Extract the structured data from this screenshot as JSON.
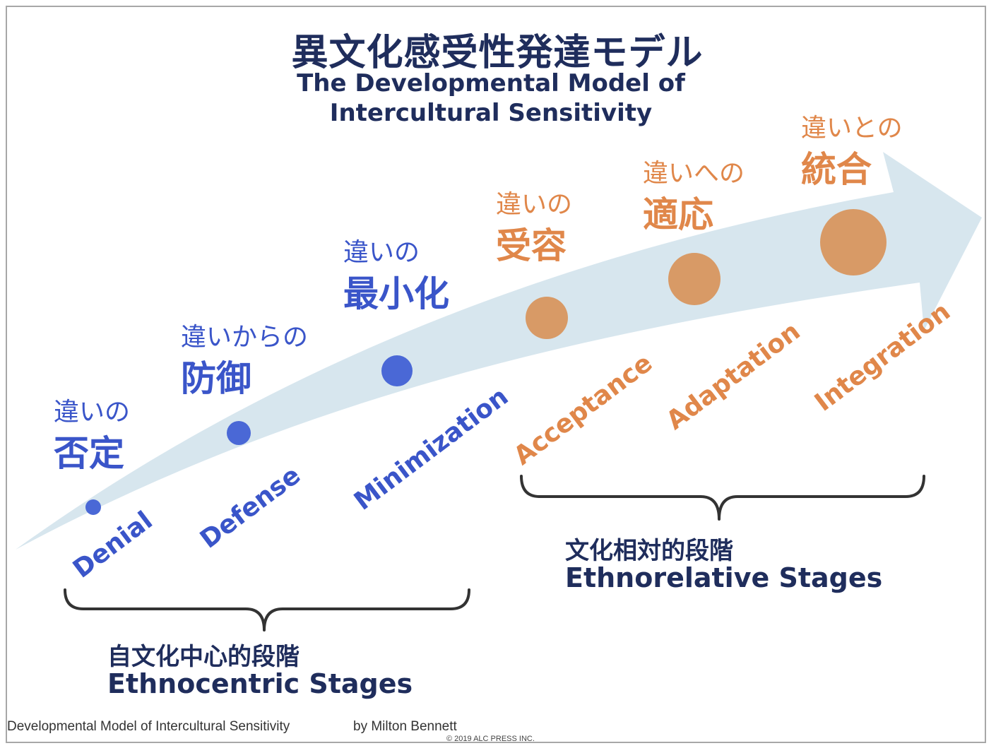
{
  "title": {
    "japanese": "異文化感受性発達モデル",
    "english_line1": "The Developmental Model of",
    "english_line2": "Intercultural Sensitivity"
  },
  "stages": [
    {
      "jp_top": "違いの",
      "jp_main": "否定",
      "en": "Denial",
      "group": "ethnocentric",
      "level": 1
    },
    {
      "jp_top": "違いからの",
      "jp_main": "防御",
      "en": "Defense",
      "group": "ethnocentric",
      "level": 2
    },
    {
      "jp_top": "違いの",
      "jp_main": "最小化",
      "en": "Minimization",
      "group": "ethnocentric",
      "level": 3
    },
    {
      "jp_top": "違いの",
      "jp_main": "受容",
      "en": "Acceptance",
      "group": "ethnorelative",
      "level": 4
    },
    {
      "jp_top": "違いへの",
      "jp_main": "適応",
      "en": "Adaptation",
      "group": "ethnorelative",
      "level": 5
    },
    {
      "jp_top": "違いとの",
      "jp_main": "統合",
      "en": "Integration",
      "group": "ethnorelative",
      "level": 6
    }
  ],
  "groups": {
    "ethnocentric": {
      "jp": "自文化中心的段階",
      "en": "Ethnocentric Stages"
    },
    "ethnorelative": {
      "jp": "文化相対的段階",
      "en": "Ethnorelative Stages"
    }
  },
  "footer": {
    "model": "Developmental Model of Intercultural Sensitivity",
    "author": "by Milton Bennett",
    "copyright": "© 2019  ALC PRESS INC."
  },
  "colors": {
    "ethnocentric": "#3a55c9",
    "ethnorelative": "#e0874a",
    "dot_blue": "#4a68d6",
    "dot_orange": "#d89a66",
    "arrow": "#d7e6ee",
    "title": "#1f2d5c",
    "brace": "#333333"
  }
}
